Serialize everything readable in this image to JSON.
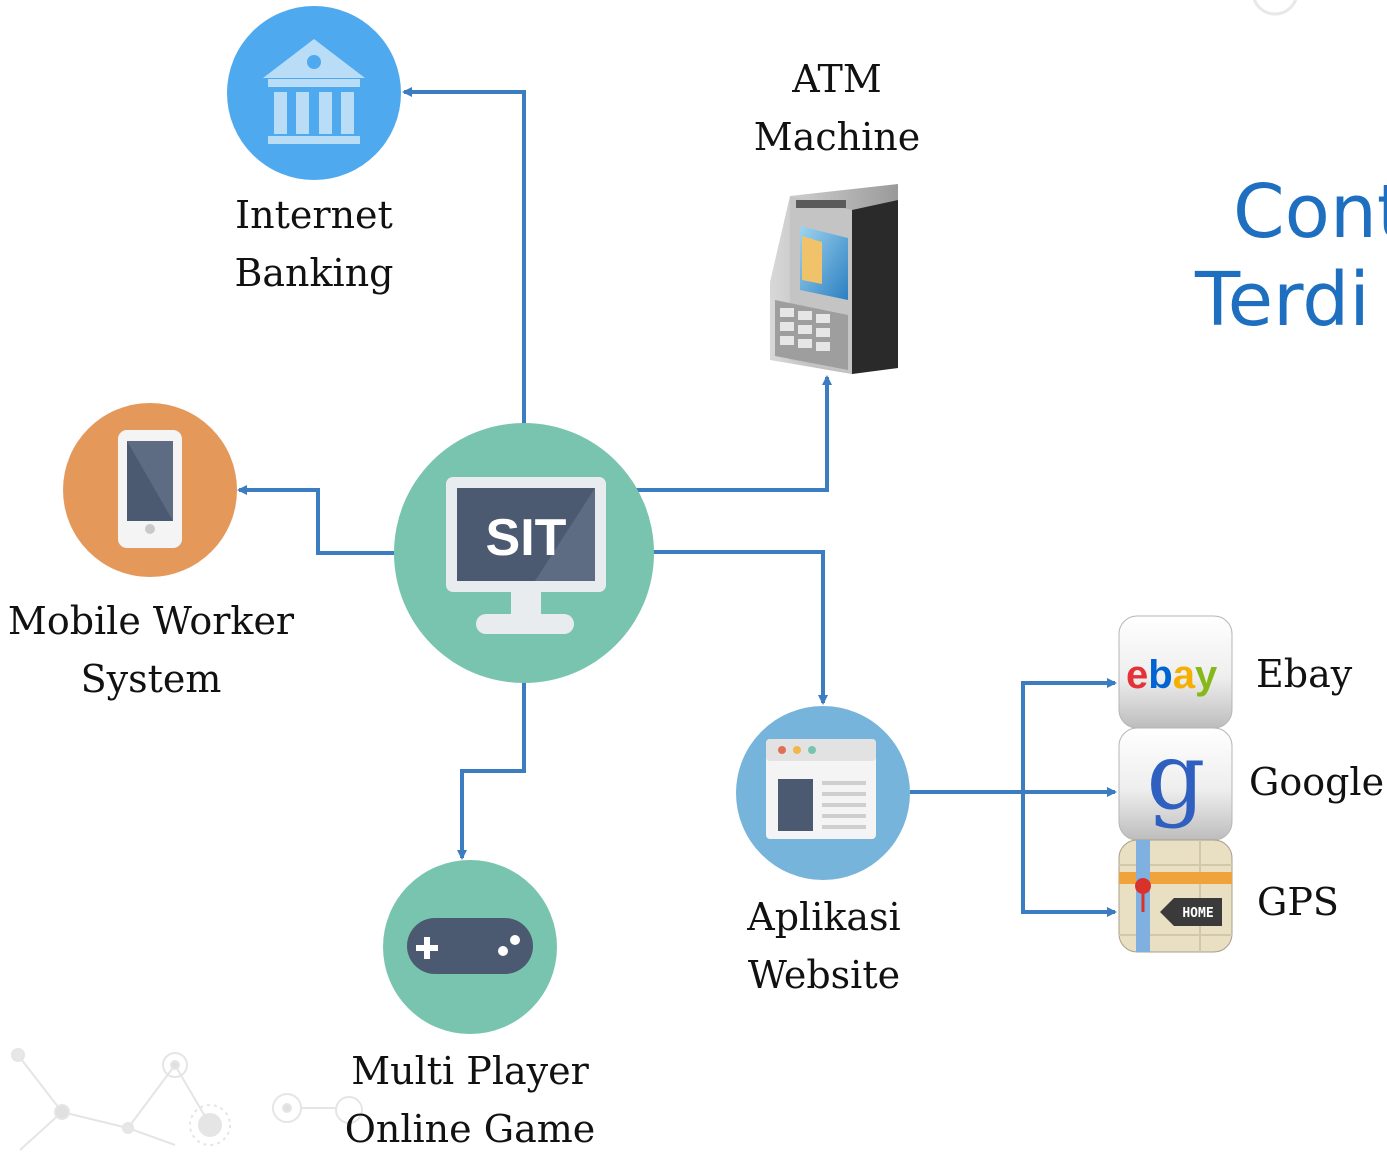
{
  "title": {
    "line1": "Cont",
    "line2": "Terdi"
  },
  "center": {
    "label": "SIT"
  },
  "nodes": {
    "internet_banking": {
      "line1": "Internet",
      "line2": "Banking",
      "icon": "bank-icon",
      "color": "#4ea9ee"
    },
    "atm_machine": {
      "line1": "ATM",
      "line2": "Machine",
      "icon": "atm-machine-icon"
    },
    "mobile_worker": {
      "line1": "Mobile Worker",
      "line2": "System",
      "icon": "smartphone-icon",
      "color": "#e4995b"
    },
    "multiplayer_game": {
      "line1": "Multi Player",
      "line2": "Online Game",
      "icon": "gamepad-icon",
      "color": "#79c4af"
    },
    "aplikasi_website": {
      "line1": "Aplikasi",
      "line2": "Website",
      "icon": "browser-window-icon",
      "color": "#77b4dc"
    }
  },
  "apps": [
    {
      "name": "Ebay",
      "icon": "ebay-icon",
      "logo_letters": [
        "e",
        "b",
        "a",
        "y"
      ]
    },
    {
      "name": "Google",
      "icon": "google-icon",
      "logo_letter": "g"
    },
    {
      "name": "GPS",
      "icon": "gps-map-icon",
      "badge": "HOME"
    }
  ],
  "colors": {
    "arrow": "#3b7dc0",
    "center": "#79c4af",
    "title": "#1e6fbf"
  }
}
